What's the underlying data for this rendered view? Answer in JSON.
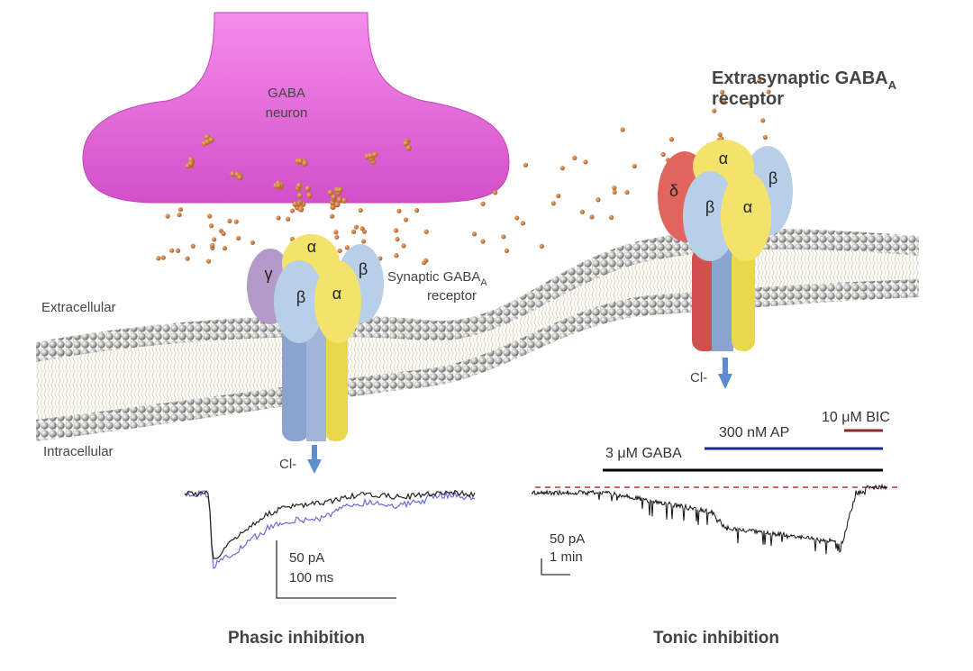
{
  "neuron_label": {
    "line1": "GABA",
    "line2": "neuron"
  },
  "synaptic_label": {
    "line1": "Synaptic GABA",
    "subscript": "A",
    "line2": "receptor"
  },
  "extrasynaptic_label": {
    "line1": "Extrasynaptic GABA",
    "subscript": "A",
    "line2": "receptor"
  },
  "membrane_labels": {
    "extracellular": "Extracellular",
    "intracellular": "Intracellular"
  },
  "ion_label": "Cl-",
  "synaptic_subunits": {
    "gamma": "γ",
    "alpha1": "α",
    "beta1": "β",
    "beta2": "β",
    "alpha2": "α"
  },
  "extrasynaptic_subunits": {
    "delta": "δ",
    "alpha1": "α",
    "beta1": "β",
    "beta2": "β",
    "alpha2": "α"
  },
  "phasic_scale": {
    "amplitude": "50 pA",
    "time": "100 ms"
  },
  "tonic_scale": {
    "amplitude": "50 pA",
    "time": "1 min"
  },
  "drug_bars": [
    {
      "label": "10 μM BIC",
      "color": "#8b2a2a"
    },
    {
      "label": "300 nM AP",
      "color": "#1d2a8c"
    },
    {
      "label": "3 μM GABA",
      "color": "#000000"
    }
  ],
  "captions": {
    "phasic": "Phasic inhibition",
    "tonic": "Tonic inhibition"
  },
  "colors": {
    "neuron": "#ef6fe0",
    "gaba_particle": "#cf7a3a",
    "alpha": "#f4e36a",
    "beta": "#b8cfe8",
    "gamma": "#b49ac9",
    "delta": "#e0655e",
    "trace_black": "#222222",
    "trace_blue": "#6a6ad8",
    "baseline_dash": "#c03030"
  }
}
